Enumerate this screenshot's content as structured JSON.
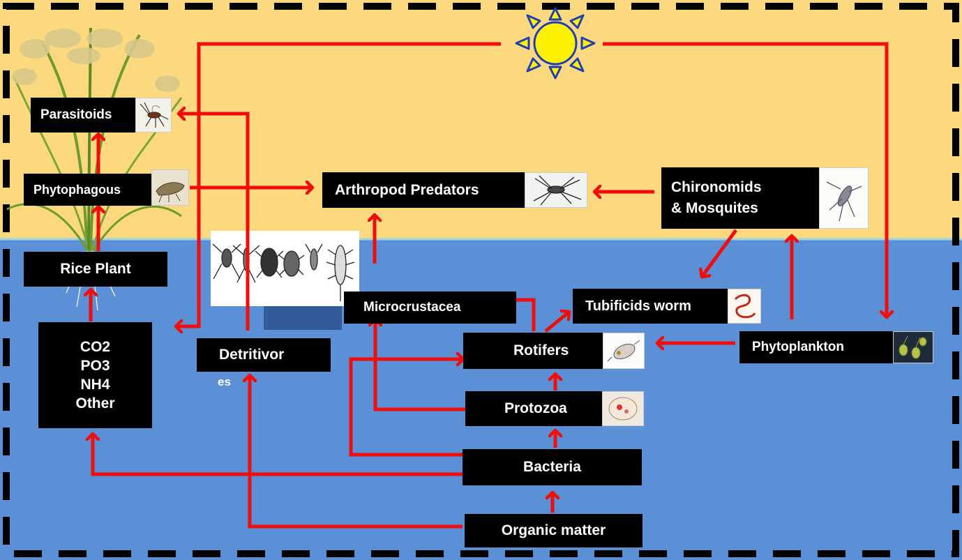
{
  "nodes": {
    "parasitoids": "Parasitoids",
    "phytophagous": "Phytophagous",
    "rice_plant": "Rice Plant",
    "nutrients": [
      "CO2",
      "PO3",
      "NH4",
      "Other"
    ],
    "arthropod_predators": "Arthropod Predators",
    "chironomids_line1": "Chironomids",
    "chironomids_line2": "& Mosquites",
    "microcrustacea": "Microcrustacea",
    "tubificids": "Tubificids worm",
    "detritivores_line1": "Detritivor",
    "detritivores_line2": "es",
    "rotifers": "Rotifers",
    "phytoplankton": "Phytoplankton",
    "protozoa": "Protozoa",
    "bacteria": "Bacteria",
    "organic_matter": "Organic matter"
  },
  "colors": {
    "sky": "#fcd97e",
    "water": "#5b8fd6",
    "arrow": "#f20d0d",
    "sun": "#fff200",
    "sun_rays": "#1f3fb5"
  },
  "icons": {
    "sun": "sun-icon",
    "rice": "rice-plant-illustration",
    "wasp": "wasp-icon",
    "leafhopper": "leafhopper-icon",
    "spider": "spider-icon",
    "mosquito": "mosquito-icon",
    "insects": "aquatic-insects-illustration",
    "worm": "worm-icon",
    "rotifer": "rotifer-icon",
    "protozoa": "protozoa-icon",
    "algae": "algae-icon"
  }
}
